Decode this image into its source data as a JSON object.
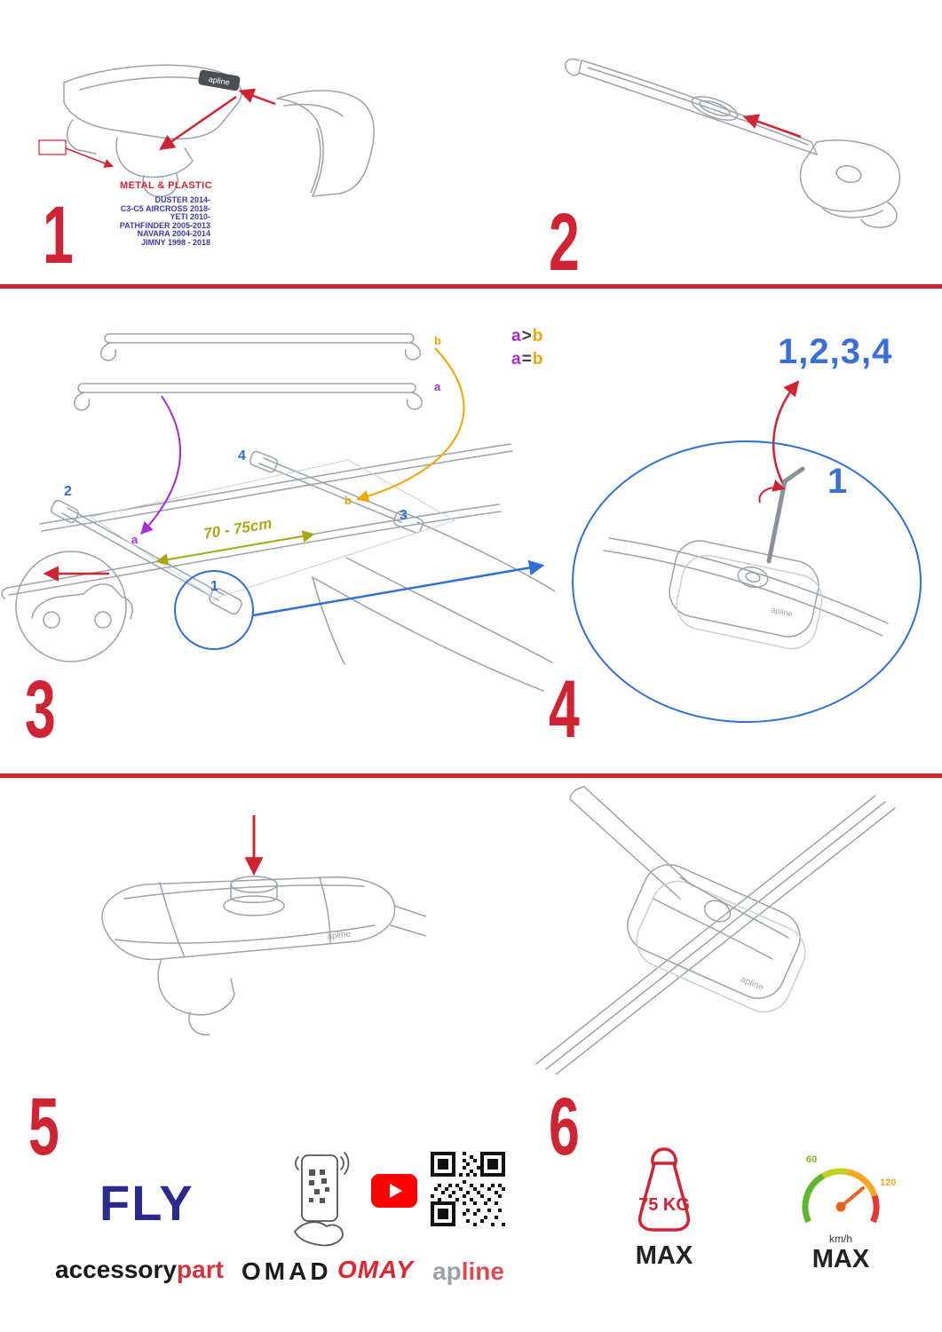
{
  "steps": {
    "s1": {
      "number": "1",
      "heading": "METAL & PLASTIC",
      "models": [
        "DUSTER 2014-",
        "C3-C5 AIRCROSS 2018-",
        "YETI 2010-",
        "PATHFINDER 2005-2013",
        "NAVARA 2004-2014",
        "JIMNY 1998 - 2018"
      ]
    },
    "s2": {
      "number": "2"
    },
    "s3": {
      "number": "3",
      "bar_b": "b",
      "bar_a": "a",
      "rule1": {
        "left": "a",
        "op": ">",
        "right": "b"
      },
      "rule2": {
        "left": "a",
        "op": "=",
        "right": "b"
      },
      "dimension": "70 - 75cm",
      "pos1": "1",
      "pos2": "2",
      "pos3": "3",
      "pos4": "4",
      "roof_a": "a",
      "roof_b": "b"
    },
    "s4": {
      "number": "4",
      "sequence": "1,2,3,4",
      "callout": "1"
    },
    "s5": {
      "number": "5"
    },
    "s6": {
      "number": "6"
    }
  },
  "brandmark": "apline",
  "footer": {
    "fly": "FLY",
    "accessory": "accessory",
    "part": "part",
    "omad": "OMAD",
    "omay": "OMAY",
    "apline_ap": "ap",
    "apline_line": "line",
    "weight_value": "75 KG",
    "weight_max": "MAX",
    "speed_min": "60",
    "speed_max_tick": "120",
    "speed_unit": "km/h",
    "speed_max": "MAX"
  },
  "colors": {
    "accent_red": "#cf2433",
    "accent_blue": "#2f6fd6",
    "purple": "#a82bd4",
    "orange": "#f0a500",
    "olive": "#a8a816",
    "navy": "#2b2b8a"
  }
}
